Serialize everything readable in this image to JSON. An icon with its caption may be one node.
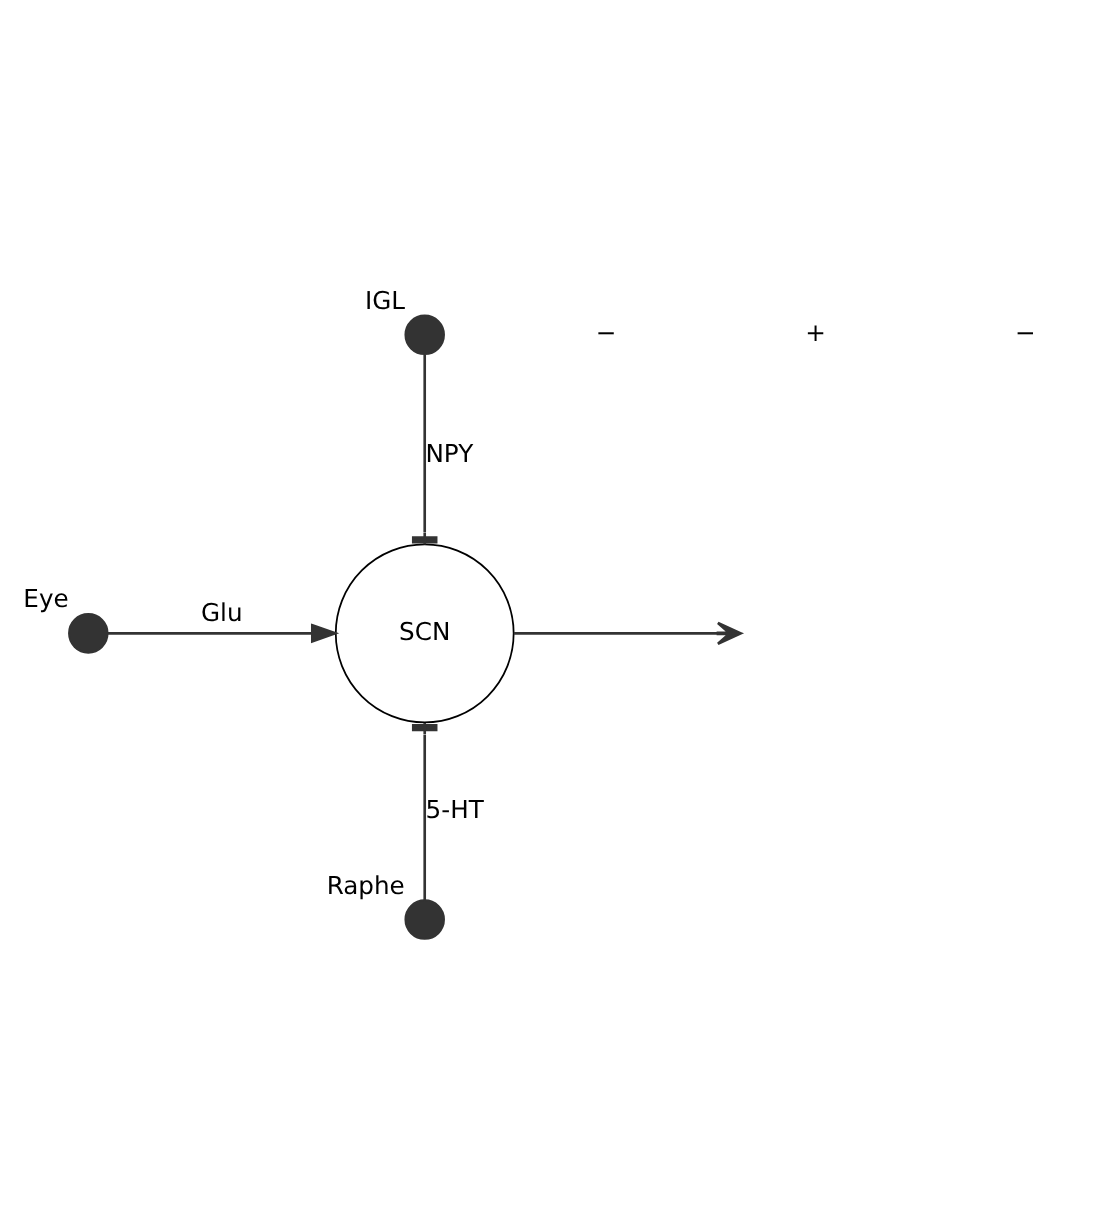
{
  "diagram": {
    "nodes": [
      {
        "text": [
          "IGL"
        ]
      },
      {
        "text": [
          "Eye"
        ]
      },
      {
        "text": [
          "SCN"
        ]
      },
      {
        "text": [
          "Raphe"
        ]
      }
    ],
    "edges": [
      {
        "from": 0,
        "to": 2,
        "arrow": "other",
        "label": "NPY"
      },
      {
        "from": 1,
        "to": 2,
        "arrow": "to",
        "label": "Glu"
      },
      {
        "from": 3,
        "to": 2,
        "arrow": "other",
        "label": "5-HT"
      },
      {
        "from": 2,
        "to": null,
        "arrow": "to"
      }
    ],
    "labels": [
      "−",
      "+",
      "−"
    ]
  }
}
